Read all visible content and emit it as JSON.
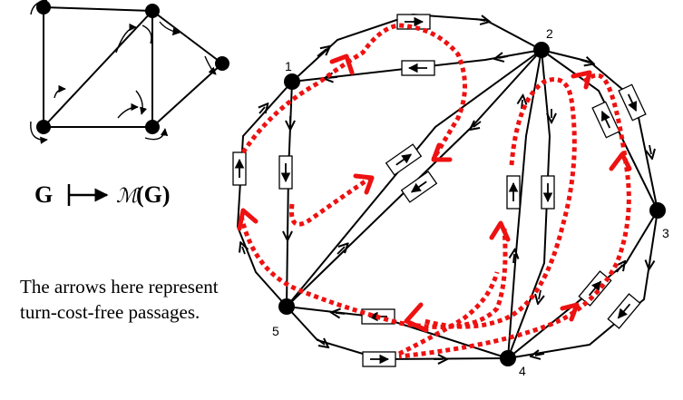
{
  "mapping_label": {
    "left": "G",
    "right_script": "ℳ",
    "right_paren": "(G)"
  },
  "caption": {
    "line1": "The arrows here represent",
    "line2": "turn-cost-free passages."
  },
  "vertex_labels": {
    "v1": "1",
    "v2": "2",
    "v3": "3",
    "v4": "4",
    "v5": "5"
  },
  "colors": {
    "passage": "#ee1111",
    "edge": "#000000",
    "vertex": "#000000"
  }
}
